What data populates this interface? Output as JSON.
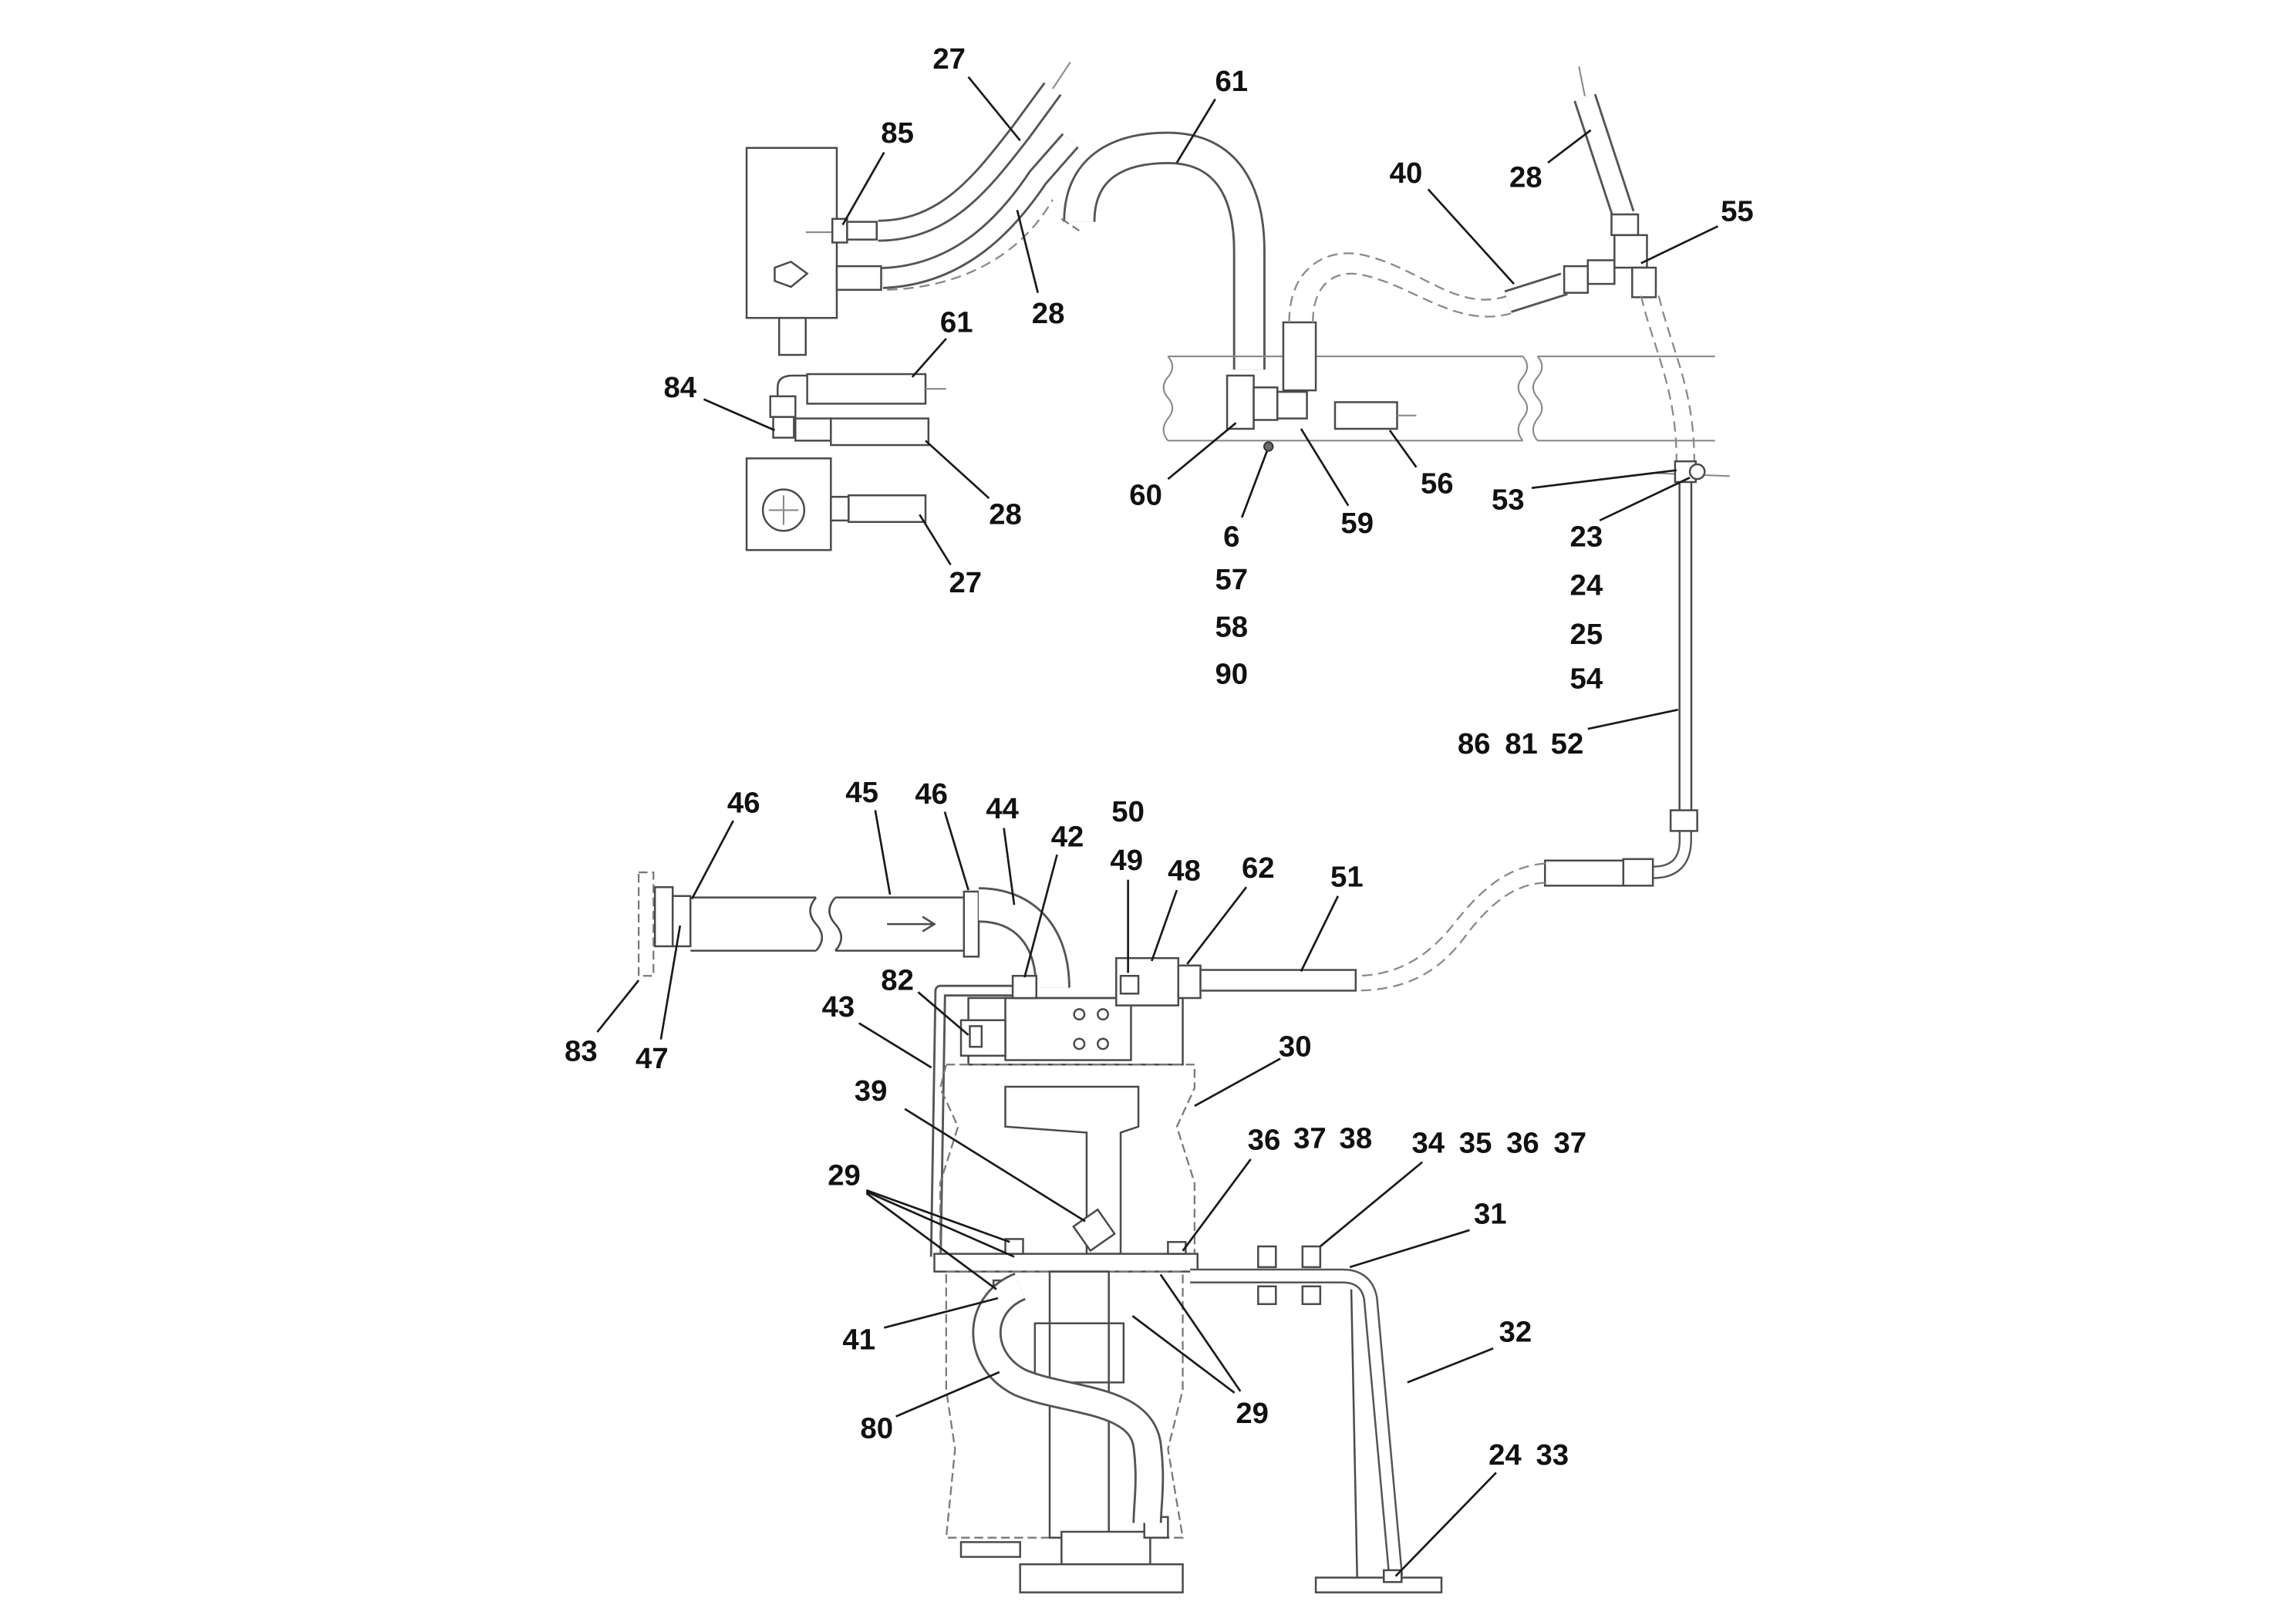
{
  "diagram": {
    "callouts": [
      "27",
      "85",
      "28",
      "61",
      "61",
      "84",
      "28",
      "27",
      "40",
      "28",
      "55",
      "60",
      "6",
      "57",
      "58",
      "90",
      "59",
      "56",
      "53",
      "23",
      "24",
      "25",
      "54",
      "86",
      "81",
      "52",
      "46",
      "45",
      "46",
      "44",
      "50",
      "42",
      "49",
      "48",
      "62",
      "51",
      "82",
      "43",
      "83",
      "47",
      "30",
      "39",
      "36",
      "37",
      "38",
      "34",
      "35",
      "36",
      "37",
      "29",
      "31",
      "41",
      "32",
      "80",
      "29",
      "24",
      "33"
    ],
    "colors": {
      "line": "#4a4a4a",
      "label": "#111111",
      "background": "#ffffff"
    }
  }
}
